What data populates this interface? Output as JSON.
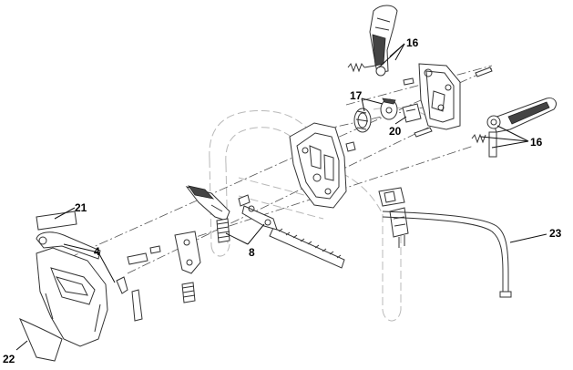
{
  "callouts": [
    {
      "id": "16",
      "text": "16"
    },
    {
      "id": "16b",
      "text": "16"
    },
    {
      "id": "17",
      "text": "17"
    },
    {
      "id": "20",
      "text": "20"
    },
    {
      "id": "21",
      "text": "21"
    },
    {
      "id": "4",
      "text": "4"
    },
    {
      "id": "8",
      "text": "8"
    },
    {
      "id": "23",
      "text": "23"
    },
    {
      "id": "22",
      "text": "22"
    }
  ]
}
